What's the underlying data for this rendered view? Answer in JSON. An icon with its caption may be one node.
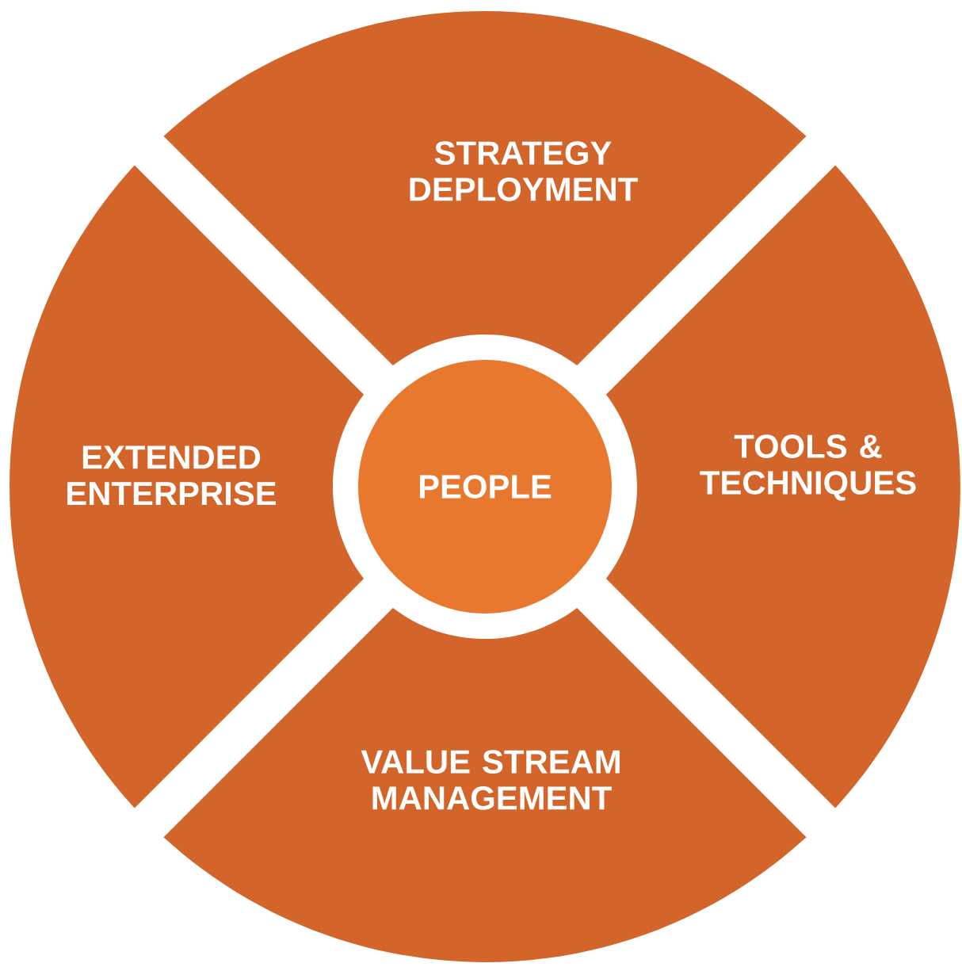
{
  "diagram": {
    "nodes": [
      {
        "text": [
          "STRATEGY DEPLOYMENT"
        ]
      },
      {
        "text": [
          "EXTENDED ENTERPRISE"
        ]
      },
      {
        "text": [
          "PEOPLE"
        ]
      },
      {
        "text": [
          "TOOLS & TECHNIQUES"
        ]
      },
      {
        "text": [
          "VALUE STREAM MANAGEMENT"
        ]
      }
    ]
  }
}
